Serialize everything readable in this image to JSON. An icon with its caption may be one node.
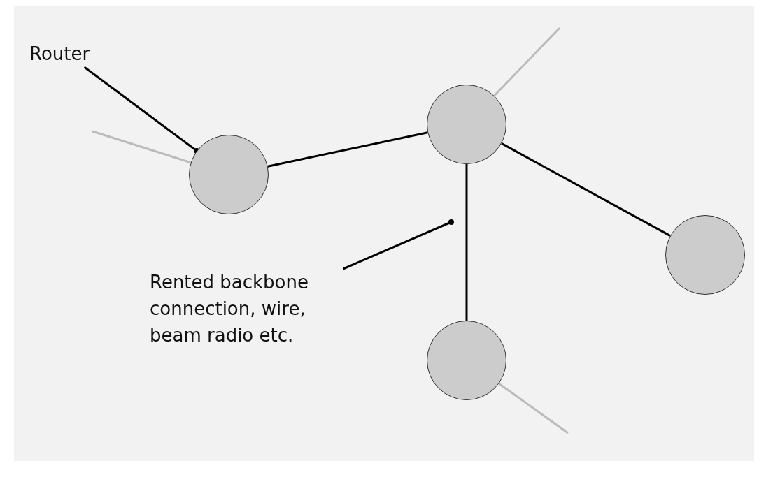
{
  "diagram": {
    "nodes": [
      {
        "text": [
          "Router"
        ]
      },
      {
        "text": [],
        "shape": "circle"
      },
      {
        "text": [],
        "shape": "circle"
      },
      {
        "text": [],
        "shape": "circle"
      },
      {
        "text": [
          "Rented backbone connection, wire, beam radio etc."
        ]
      },
      {
        "text": [],
        "shape": "circle"
      }
    ],
    "edges": [
      {
        "from": null,
        "to": 1,
        "arrow": "none",
        "color": "#bbbbbb"
      },
      {
        "from": 1,
        "to": 2,
        "arrow": "none"
      },
      {
        "from": 2,
        "to": null,
        "arrow": "none",
        "color": "#bbbbbb"
      },
      {
        "from": 2,
        "to": 3,
        "arrow": "none"
      },
      {
        "from": 2,
        "to": 5,
        "arrow": "none"
      },
      {
        "from": 5,
        "to": null,
        "arrow": "none",
        "color": "#bbbbbb"
      },
      {
        "from": 0,
        "to": 1,
        "arrow": "other"
      },
      {
        "from": 4,
        "to": null,
        "arrow": "other"
      }
    ]
  }
}
